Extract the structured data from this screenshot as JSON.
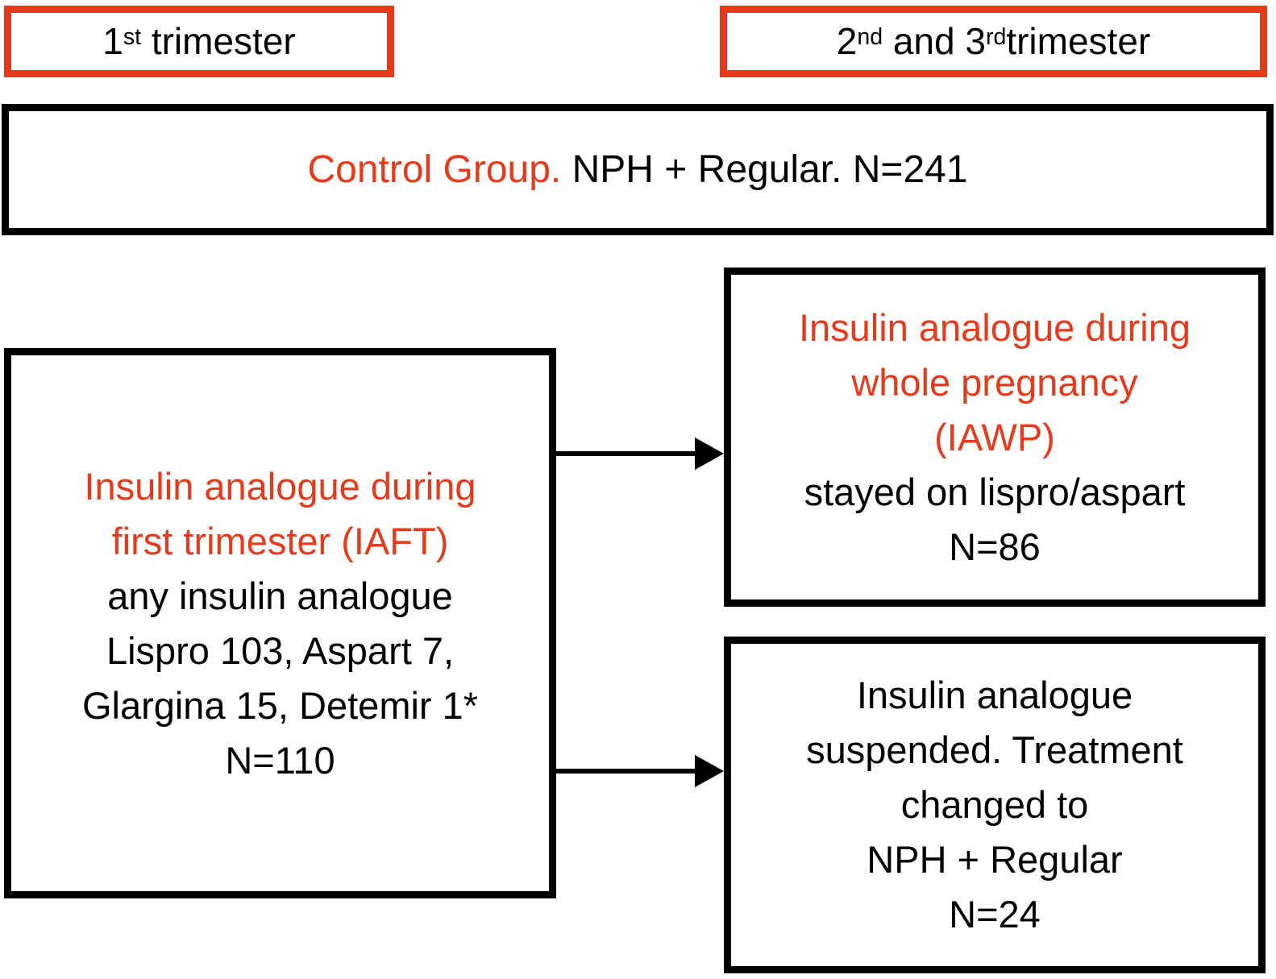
{
  "colors": {
    "accent_red": "#e53a1c",
    "line_black": "#000000",
    "background": "#ffffff"
  },
  "header": {
    "left_label": {
      "base": "1",
      "sup": "st",
      "rest": " trimester"
    },
    "right_label": {
      "p1": "2",
      "sup1": "nd",
      "p2": " and 3",
      "sup2": "rd",
      "p3": "trimester"
    }
  },
  "control_box": {
    "highlight": "Control Group.",
    "rest": " NPH + Regular. N=241"
  },
  "iaft_box": {
    "red_lines": [
      "Insulin analogue during",
      "first trimester (IAFT)"
    ],
    "black_lines": [
      "any insulin analogue",
      "Lispro 103, Aspart 7,",
      "Glargina 15, Detemir 1*",
      "N=110"
    ]
  },
  "iawp_box": {
    "red_lines": [
      "Insulin analogue during",
      "whole pregnancy",
      "(IAWP)"
    ],
    "black_lines": [
      "stayed on lispro/aspart",
      "N=86"
    ]
  },
  "suspended_box": {
    "black_lines": [
      "Insulin analogue",
      "suspended. Treatment",
      "changed to",
      "NPH + Regular",
      "N=24"
    ]
  }
}
